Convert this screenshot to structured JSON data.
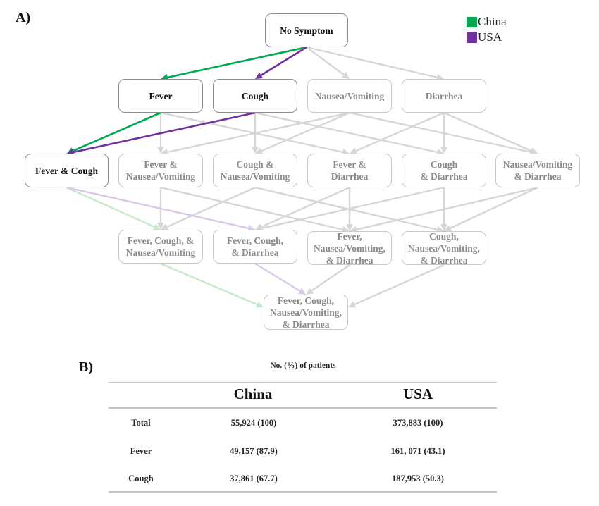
{
  "panel_a": {
    "label": "A)",
    "legend": [
      {
        "label": "China",
        "color": "#00a84f"
      },
      {
        "label": "USA",
        "color": "#7030a0"
      }
    ],
    "colors": {
      "china": "#00a84f",
      "usa": "#7030a0",
      "china_faded": "#c6e9cc",
      "usa_faded": "#dac8ea",
      "inactive_edge": "#d6d6d6"
    },
    "nodes": {
      "none": {
        "label": "No Symptom",
        "active": true
      },
      "F": {
        "label": "Fever",
        "active": true
      },
      "C": {
        "label": "Cough",
        "active": true
      },
      "N": {
        "label": "Nausea/Vomiting",
        "active": false
      },
      "D": {
        "label": "Diarrhea",
        "active": false
      },
      "FC": {
        "label": "Fever & Cough",
        "active": true
      },
      "FN": {
        "label": "Fever &\nNausea/Vomiting",
        "active": false
      },
      "CN": {
        "label": "Cough &\nNausea/Vomiting",
        "active": false
      },
      "FD": {
        "label": "Fever &\nDiarrhea",
        "active": false
      },
      "CD": {
        "label": "Cough\n& Diarrhea",
        "active": false
      },
      "ND": {
        "label": "Nausea/Vomiting\n& Diarrhea",
        "active": false
      },
      "FCN": {
        "label": "Fever, Cough, &\nNausea/Vomiting",
        "active": false
      },
      "FCD": {
        "label": "Fever, Cough,\n& Diarrhea",
        "active": false
      },
      "FND": {
        "label": "Fever,\nNausea/Vomiting,\n& Diarrhea",
        "active": false
      },
      "CND": {
        "label": "Cough,\nNausea/Vomiting,\n& Diarrhea",
        "active": false
      },
      "FCND": {
        "label": "Fever, Cough,\nNausea/Vomiting,\n& Diarrhea",
        "active": false
      }
    },
    "edges": [
      {
        "from": "none",
        "to": "F",
        "style": "china"
      },
      {
        "from": "none",
        "to": "C",
        "style": "usa"
      },
      {
        "from": "none",
        "to": "N",
        "style": "inactive"
      },
      {
        "from": "none",
        "to": "D",
        "style": "inactive"
      },
      {
        "from": "F",
        "to": "FC",
        "style": "china"
      },
      {
        "from": "C",
        "to": "FC",
        "style": "usa"
      },
      {
        "from": "F",
        "to": "FN",
        "style": "inactive"
      },
      {
        "from": "F",
        "to": "FD",
        "style": "inactive"
      },
      {
        "from": "C",
        "to": "CN",
        "style": "inactive"
      },
      {
        "from": "C",
        "to": "CD",
        "style": "inactive"
      },
      {
        "from": "N",
        "to": "FN",
        "style": "inactive"
      },
      {
        "from": "N",
        "to": "CN",
        "style": "inactive"
      },
      {
        "from": "N",
        "to": "ND",
        "style": "inactive"
      },
      {
        "from": "D",
        "to": "FD",
        "style": "inactive"
      },
      {
        "from": "D",
        "to": "CD",
        "style": "inactive"
      },
      {
        "from": "D",
        "to": "ND",
        "style": "inactive"
      },
      {
        "from": "FC",
        "to": "FCN",
        "style": "china_faded"
      },
      {
        "from": "FC",
        "to": "FCD",
        "style": "usa_faded"
      },
      {
        "from": "FN",
        "to": "FCN",
        "style": "inactive"
      },
      {
        "from": "FN",
        "to": "FND",
        "style": "inactive"
      },
      {
        "from": "CN",
        "to": "FCN",
        "style": "inactive"
      },
      {
        "from": "CN",
        "to": "CND",
        "style": "inactive"
      },
      {
        "from": "FD",
        "to": "FCD",
        "style": "inactive"
      },
      {
        "from": "FD",
        "to": "FND",
        "style": "inactive"
      },
      {
        "from": "CD",
        "to": "FCD",
        "style": "inactive"
      },
      {
        "from": "CD",
        "to": "CND",
        "style": "inactive"
      },
      {
        "from": "ND",
        "to": "FND",
        "style": "inactive"
      },
      {
        "from": "ND",
        "to": "CND",
        "style": "inactive"
      },
      {
        "from": "FCN",
        "to": "FCND",
        "style": "china_faded"
      },
      {
        "from": "FCD",
        "to": "FCND",
        "style": "usa_faded"
      },
      {
        "from": "FND",
        "to": "FCND",
        "style": "inactive"
      },
      {
        "from": "CND",
        "to": "FCND",
        "style": "inactive"
      }
    ]
  },
  "panel_b": {
    "label": "B)",
    "caption": "No. (%) of patients",
    "columns": [
      "",
      "China",
      "USA"
    ],
    "rows": [
      {
        "label": "Total",
        "china": "55,924 (100)",
        "usa": "373,883 (100)"
      },
      {
        "label": "Fever",
        "china": "49,157 (87.9)",
        "usa": "161, 071 (43.1)"
      },
      {
        "label": "Cough",
        "china": "37,861 (67.7)",
        "usa": "187,953 (50.3)"
      }
    ]
  }
}
